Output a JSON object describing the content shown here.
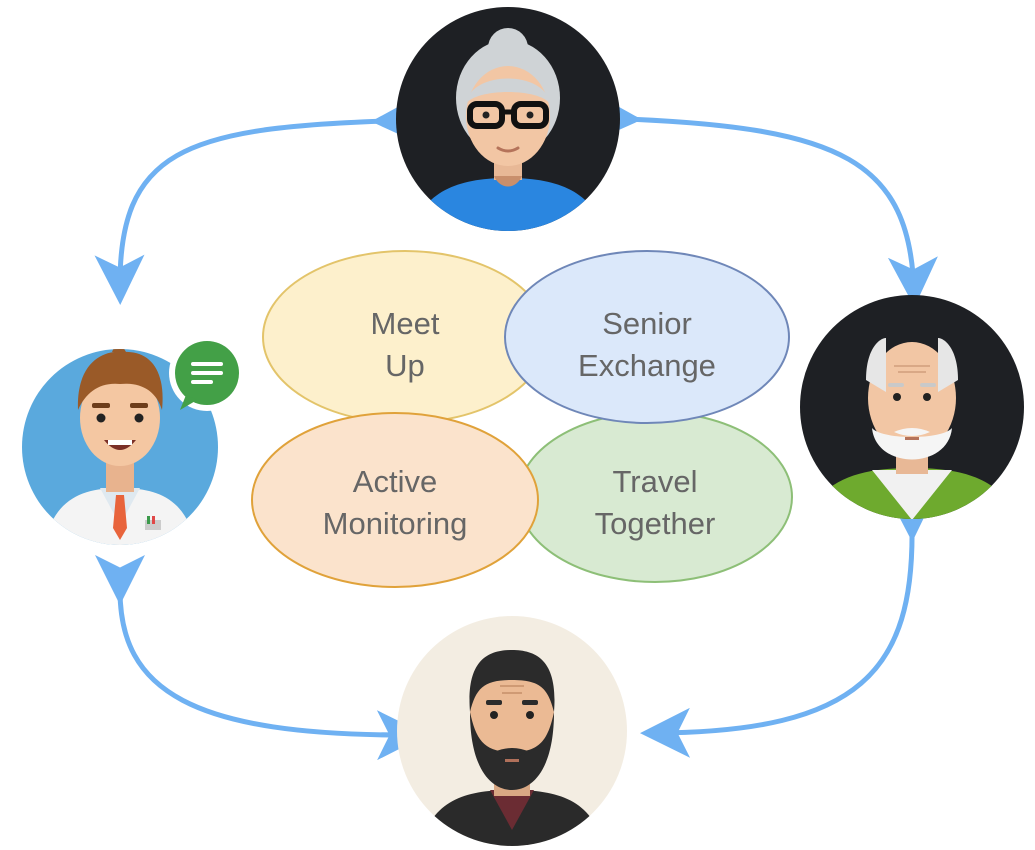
{
  "colors": {
    "arrow": "#6fb1f2",
    "meet_up_fill": "#fdf0cc",
    "meet_up_stroke": "#e3c46a",
    "senior_exchange_fill": "#dbe8fa",
    "senior_exchange_stroke": "#6f87b8",
    "active_monitoring_fill": "#fbe3cc",
    "active_monitoring_stroke": "#e0a23a",
    "travel_together_fill": "#d8ead2",
    "travel_together_stroke": "#8dbf77"
  },
  "bubbles": {
    "meet_up": {
      "line1": "Meet",
      "line2": "Up"
    },
    "senior_exchange": {
      "line1": "Senior",
      "line2": "Exchange"
    },
    "active_monitoring": {
      "line1": "Active",
      "line2": "Monitoring"
    },
    "travel_together": {
      "line1": "Travel",
      "line2": "Together"
    }
  },
  "avatars": [
    "elderly-woman-avatar",
    "doctor-avatar",
    "elderly-man-avatar",
    "bearded-man-avatar"
  ],
  "icons": [
    "chat-bubble-icon"
  ]
}
